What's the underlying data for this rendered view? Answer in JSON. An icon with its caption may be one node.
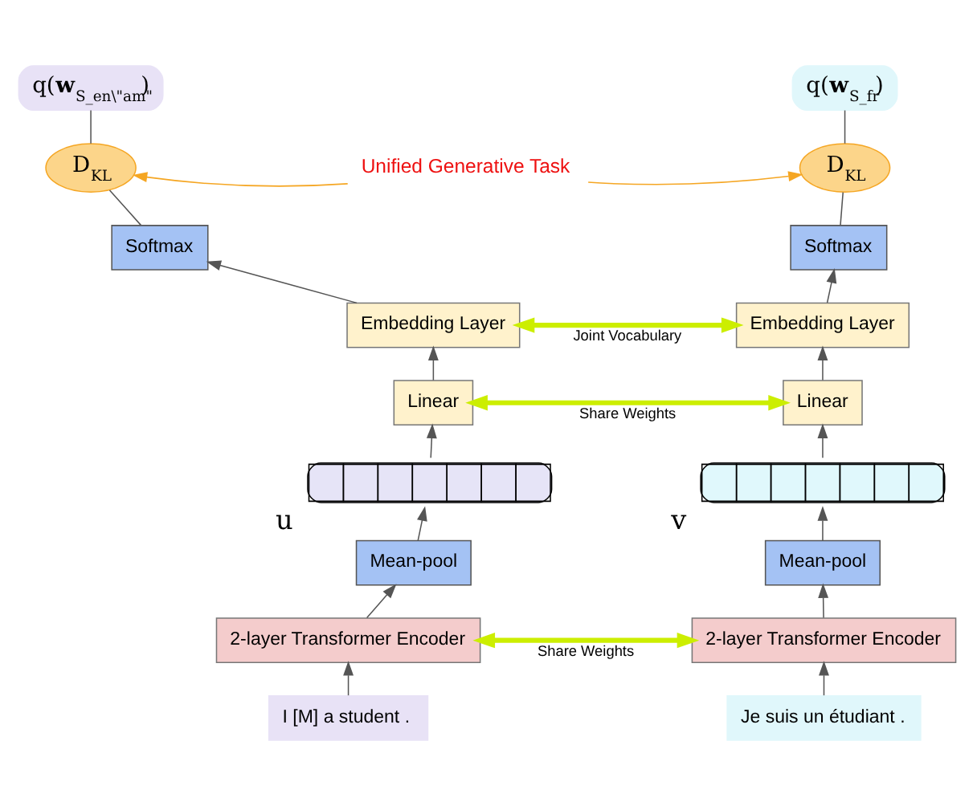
{
  "diagram": {
    "nodes": [
      {
        "text": [
          "q(**w**$_{S_en\\\"am\"}$)"
        ]
      },
      {
        "text": [
          "q(**w**$_{S_fr}$)"
        ]
      },
      {
        "text": [
          "D$_{KL}$"
        ]
      },
      {
        "text": [
          "Unified Generative Task"
        ]
      },
      {
        "text": [
          "D$_{KL}$"
        ]
      },
      {
        "text": [
          "Softmax"
        ]
      },
      {
        "text": [
          "Softmax"
        ]
      },
      {
        "text": [
          "Embedding Layer"
        ]
      },
      {
        "text": [
          "Embedding Layer"
        ]
      },
      {
        "text": [
          "Linear"
        ]
      },
      {
        "text": [
          "Linear"
        ]
      },
      {
        "text": [],
        "shape": "bar",
        "beside": [
          "u"
        ]
      },
      {
        "text": [],
        "shape": "bar",
        "beside": [
          "v"
        ]
      },
      {
        "text": [
          "Mean-pool"
        ]
      },
      {
        "text": [
          "Mean-pool"
        ]
      },
      {
        "text": [
          "2-layer Transformer Encoder"
        ]
      },
      {
        "text": [
          "2-layer Transformer Encoder"
        ]
      },
      {
        "text": [
          "I [M] a student ."
        ]
      },
      {
        "text": [
          "Je suis un étudiant ."
        ]
      }
    ],
    "edges": [
      {
        "from": 17,
        "to": 15,
        "arrow": "to"
      },
      {
        "from": 18,
        "to": 16,
        "arrow": "to"
      },
      {
        "from": 15,
        "to": 16,
        "arrow": "both",
        "label": "Share Weights",
        "style": "thick",
        "color": "#ccee00"
      },
      {
        "from": 15,
        "to": 13,
        "arrow": "to"
      },
      {
        "from": 16,
        "to": 14,
        "arrow": "to"
      },
      {
        "from": 13,
        "to": 11,
        "arrow": "to"
      },
      {
        "from": 14,
        "to": 12,
        "arrow": "to"
      },
      {
        "from": 11,
        "to": 9,
        "arrow": "to"
      },
      {
        "from": 12,
        "to": 10,
        "arrow": "to"
      },
      {
        "from": 9,
        "to": 10,
        "arrow": "both",
        "label": "Share Weights",
        "style": "thick",
        "color": "#ccee00"
      },
      {
        "from": 9,
        "to": 7,
        "arrow": "to"
      },
      {
        "from": 10,
        "to": 8,
        "arrow": "to"
      },
      {
        "from": 7,
        "to": 8,
        "arrow": "both",
        "label": "Joint Vocabulary",
        "style": "thick",
        "color": "#ccee00"
      },
      {
        "from": 7,
        "to": 5,
        "arrow": "to"
      },
      {
        "from": 8,
        "to": 6,
        "arrow": "to"
      },
      {
        "from": 5,
        "to": 2,
        "arrow": "none"
      },
      {
        "from": 6,
        "to": 4,
        "arrow": "none"
      },
      {
        "from": 2,
        "to": 0,
        "arrow": "none"
      },
      {
        "from": 4,
        "to": 1,
        "arrow": "none"
      },
      {
        "from": 3,
        "to": 2,
        "arrow": "to",
        "color": "#f5a623"
      },
      {
        "from": 3,
        "to": 4,
        "arrow": "to",
        "color": "#f5a623"
      }
    ]
  }
}
